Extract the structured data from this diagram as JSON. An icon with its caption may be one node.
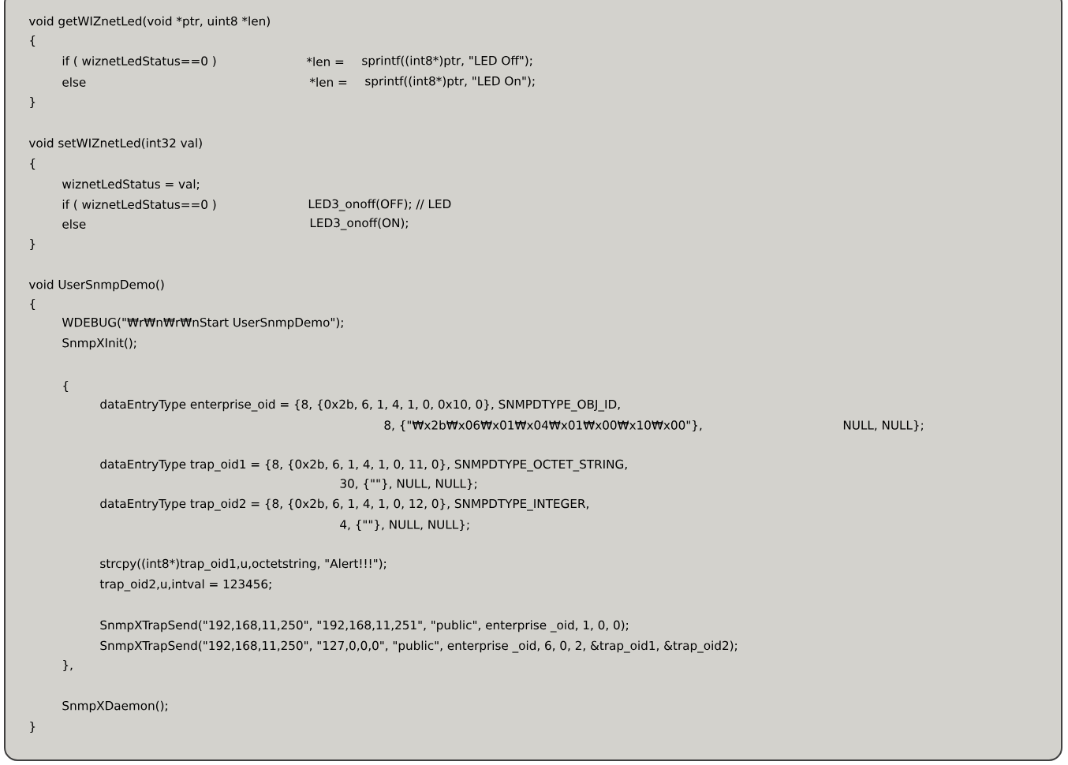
{
  "diagram": {
    "labels": [
      "void getWIZnetLed(void *ptr, uint8 *len)",
      "{",
      "if ( wiznetLedStatus==0 )",
      "*len =",
      "sprintf((int8*)ptr, \"LED Off\");",
      "else",
      "*len =",
      "sprintf((int8*)ptr, \"LED On\");",
      "}",
      "void setWIZnetLed(int32 val)",
      "{",
      "wiznetLedStatus = val;",
      "if ( wiznetLedStatus==0 )",
      "LED3_onoff(OFF); // LED",
      "else",
      "LED3_onoff(ON);",
      "}",
      "void UserSnmpDemo()",
      "{",
      "WDEBUG(\"₩r₩n₩r₩nStart UserSnmpDemo\");",
      "SnmpXInit();",
      "{",
      "dataEntryType enterprise_oid = {8, {0x2b, 6, 1, 4, 1, 0, 0x10, 0}, SNMPDTYPE_OBJ_ID,",
      "8, {\"₩x2b₩x06₩x01₩x04₩x01₩x00₩x10₩x00\"},",
      "NULL, NULL};",
      "dataEntryType trap_oid1 = {8, {0x2b, 6, 1, 4, 1, 0, 11, 0}, SNMPDTYPE_OCTET_STRING,",
      "30, {\"\"}, NULL, NULL};",
      "dataEntryType trap_oid2 = {8, {0x2b, 6, 1, 4, 1, 0, 12, 0}, SNMPDTYPE_INTEGER,",
      "4, {\"\"}, NULL, NULL};",
      "strcpy((int8*)trap_oid1,u,octetstring, \"Alert!!!\");",
      "trap_oid2,u,intval = 123456;",
      "SnmpXTrapSend(\"192,168,11,250\", \"192,168,11,251\", \"public\", enterprise _oid, 1, 0, 0);",
      "SnmpXTrapSend(\"192,168,11,250\", \"127,0,0,0\", \"public\", enterprise _oid, 6, 0, 2, &trap_oid1, &trap_oid2);",
      "},",
      "SnmpXDaemon();",
      "}"
    ]
  }
}
